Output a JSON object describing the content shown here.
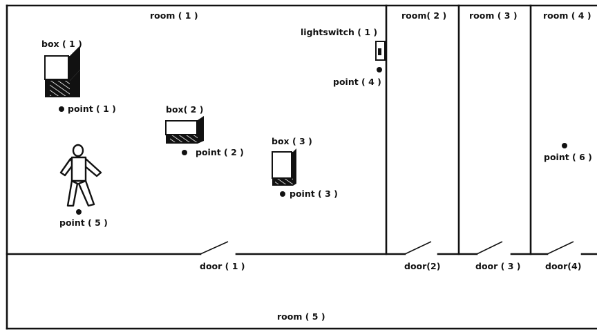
{
  "rooms": {
    "room1": "room ( 1 )",
    "room2": "room( 2 )",
    "room3": "room ( 3 )",
    "room4": "room ( 4 )",
    "room5": "room  ( 5 )"
  },
  "boxes": {
    "box1": "box ( 1 )",
    "box2": "box( 2 )",
    "box3": "box ( 3 )"
  },
  "points": {
    "point1": "point ( 1 )",
    "point2": "point ( 2 )",
    "point3": "point ( 3 )",
    "point4": "point ( 4 )",
    "point5": "point ( 5 )",
    "point6": "point ( 6 )"
  },
  "lightswitch": "lightswitch ( 1 )",
  "doors": {
    "door1": "door ( 1 )",
    "door2": "door(2)",
    "door3": "door ( 3 )",
    "door4": "door(4)"
  },
  "colors": {
    "ink": "#111111",
    "background": "#ffffff"
  }
}
